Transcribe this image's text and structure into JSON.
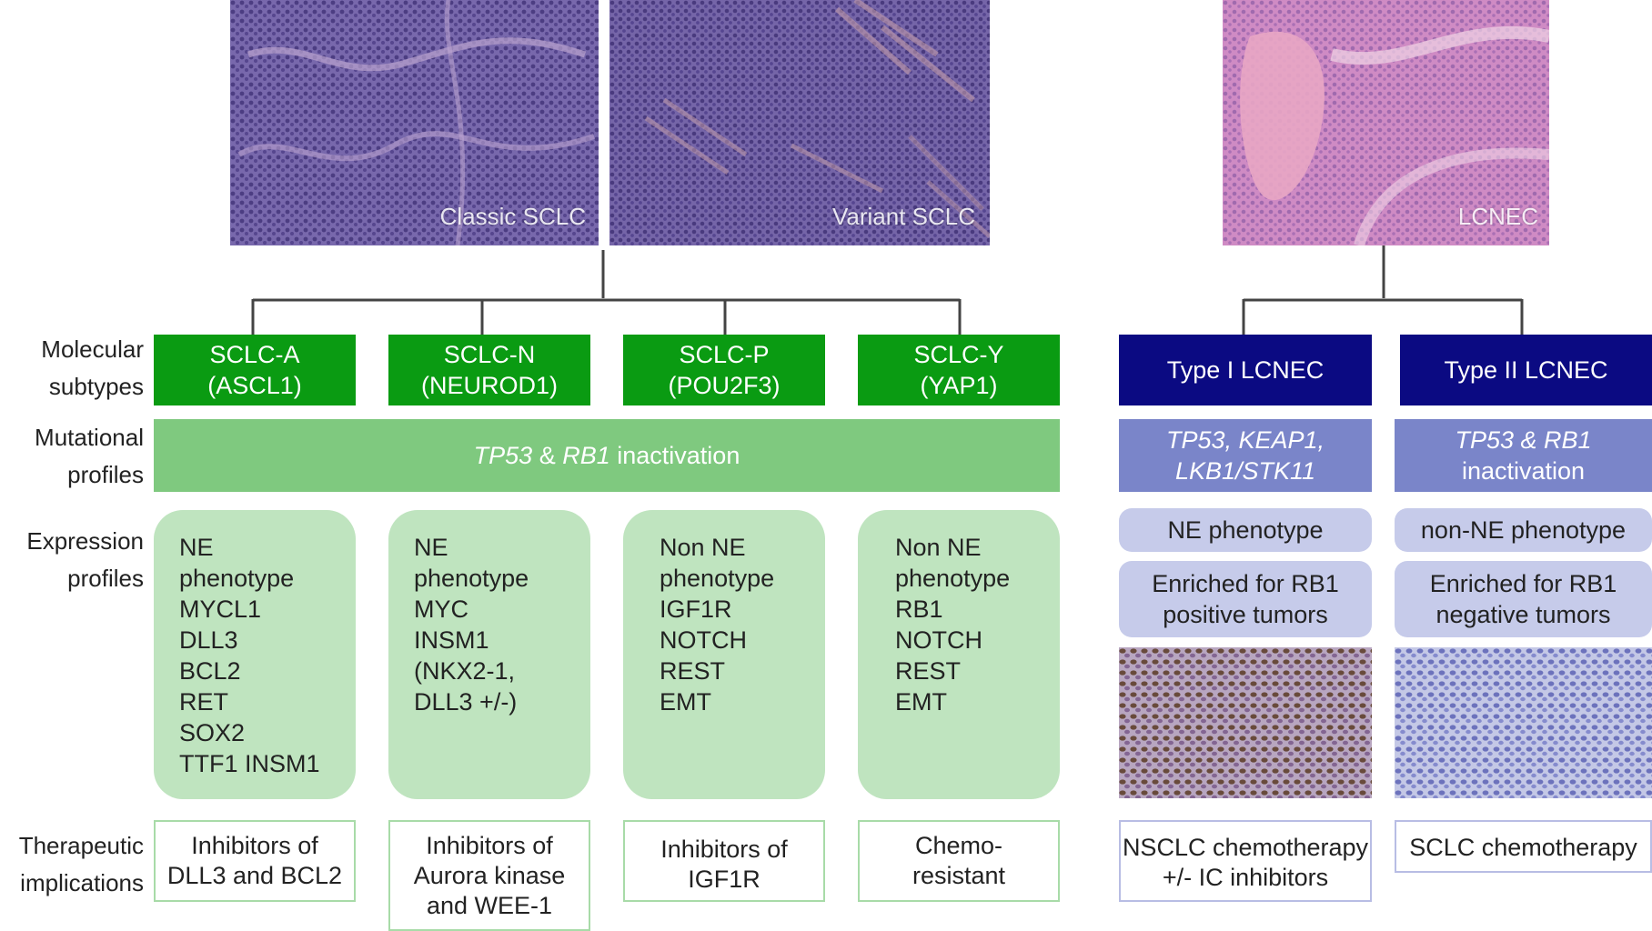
{
  "colors": {
    "subtype_green": "#0a9b12",
    "mutation_green": "#7fc97f",
    "expression_green": "#bfe4bf",
    "lcnec_navy": "#0b0a82",
    "lcnec_mutation": "#7a85c9",
    "lcnec_pill": "#c6cbea",
    "therapy_border_green": "#a8dba8",
    "therapy_border_blue": "#b8bde4",
    "connector": "#444444"
  },
  "images": {
    "classic": {
      "label": "Classic SCLC"
    },
    "variant": {
      "label": "Variant SCLC"
    },
    "lcnec": {
      "label": "LCNEC"
    }
  },
  "row_labels": {
    "molecular": [
      "Molecular",
      "subtypes"
    ],
    "mutational": [
      "Mutational",
      "profiles"
    ],
    "expression": [
      "Expression",
      "profiles"
    ],
    "therapeutic": [
      "Therapeutic",
      "implications"
    ]
  },
  "sclc": {
    "subtypes": [
      {
        "name": "SCLC-A",
        "marker": "(ASCL1)"
      },
      {
        "name": "SCLC-N",
        "marker": "(NEUROD1)"
      },
      {
        "name": "SCLC-P",
        "marker": "(POU2F3)"
      },
      {
        "name": "SCLC-Y",
        "marker": "(YAP1)"
      }
    ],
    "mutation": {
      "gene1": "TP53",
      "amp": " & ",
      "gene2": "RB1",
      "suffix": " inactivation"
    },
    "expression": [
      [
        "NE",
        "phenotype",
        "MYCL1",
        "DLL3",
        "BCL2",
        "RET",
        "SOX2",
        "TTF1 INSM1"
      ],
      [
        "NE",
        "phenotype",
        "MYC",
        "INSM1",
        "(NKX2-1,",
        "DLL3 +/-)"
      ],
      [
        "Non NE",
        "phenotype",
        "IGF1R",
        "NOTCH",
        "REST",
        "EMT"
      ],
      [
        "Non NE",
        "phenotype",
        "RB1",
        "NOTCH",
        "REST",
        "EMT"
      ]
    ],
    "therapy": [
      [
        "Inhibitors of",
        "DLL3 and BCL2"
      ],
      [
        "Inhibitors of",
        "Aurora kinase",
        "and WEE-1"
      ],
      [
        "Inhibitors of",
        "IGF1R"
      ],
      [
        "Chemo-",
        "resistant"
      ]
    ]
  },
  "lcnec": {
    "types": [
      "Type I LCNEC",
      "Type II LCNEC"
    ],
    "mutations": [
      [
        "TP53, KEAP1,",
        "LKB1/STK11"
      ],
      [
        "TP53 & RB1",
        "inactivation"
      ]
    ],
    "phenotypes": [
      "NE phenotype",
      "non-NE phenotype"
    ],
    "enrichment": [
      [
        "Enriched for RB1",
        "positive tumors"
      ],
      [
        "Enriched for RB1",
        "negative tumors"
      ]
    ],
    "therapy": [
      [
        "NSCLC chemotherapy",
        "+/- IC inhibitors"
      ],
      [
        "SCLC chemotherapy"
      ]
    ]
  }
}
